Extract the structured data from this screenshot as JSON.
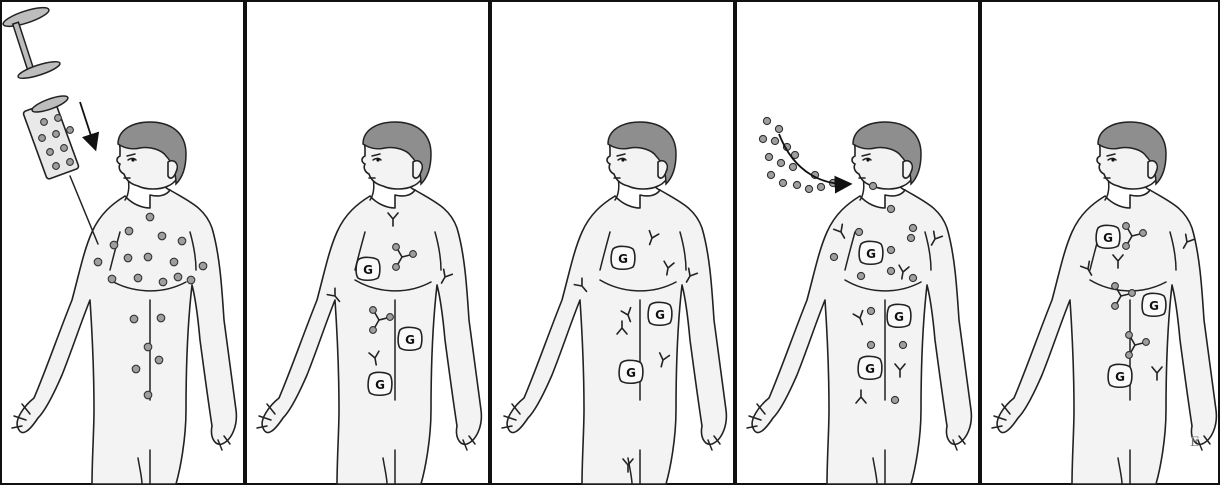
{
  "panels": [
    {
      "id": "panel-1",
      "stage": "injection"
    },
    {
      "id": "panel-2",
      "stage": "antibodies-bind"
    },
    {
      "id": "panel-3",
      "stage": "antibodies-remain"
    },
    {
      "id": "panel-4",
      "stage": "inhalation-exposure"
    },
    {
      "id": "panel-5",
      "stage": "antibodies-bind-again"
    }
  ],
  "cell_label": "G",
  "signature_text": "E",
  "icons": [
    "syringe-icon",
    "arrow-icon",
    "antibody-icon",
    "particle-icon",
    "cell-icon"
  ],
  "colors": {
    "outline": "#222222",
    "particle": "#9e9e9e",
    "hair": "#8e8e8e",
    "skin": "#f3f3f3"
  }
}
